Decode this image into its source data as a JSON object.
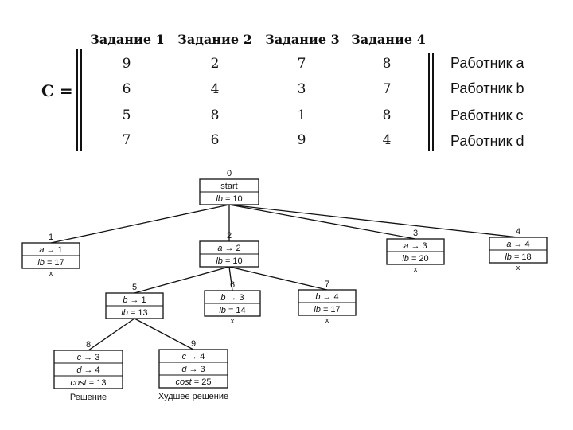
{
  "matrix": {
    "symbol": "C =",
    "tasks": [
      "Задание 1",
      "Задание 2",
      "Задание 3",
      "Задание 4"
    ],
    "rows": [
      {
        "values": [
          "9",
          "2",
          "7",
          "8"
        ],
        "worker": "Работник a"
      },
      {
        "values": [
          "6",
          "4",
          "3",
          "7"
        ],
        "worker": "Работник b"
      },
      {
        "values": [
          "5",
          "8",
          "1",
          "8"
        ],
        "worker": "Работник c"
      },
      {
        "values": [
          "7",
          "6",
          "9",
          "4"
        ],
        "worker": "Работник d"
      }
    ]
  },
  "tree": {
    "nodes": [
      {
        "id": "node-0",
        "number": "0",
        "lines": [
          {
            "var": "",
            "rest": "start"
          },
          {
            "var": "lb",
            "rest": " = 10"
          }
        ],
        "mark": "",
        "caption": ""
      },
      {
        "id": "node-1",
        "number": "1",
        "lines": [
          {
            "var": "a",
            "rest": " → 1"
          },
          {
            "var": "lb",
            "rest": " = 17"
          }
        ],
        "mark": "x",
        "caption": ""
      },
      {
        "id": "node-2",
        "number": "2",
        "lines": [
          {
            "var": "a",
            "rest": " → 2"
          },
          {
            "var": "lb",
            "rest": " = 10"
          }
        ],
        "mark": "",
        "caption": ""
      },
      {
        "id": "node-3",
        "number": "3",
        "lines": [
          {
            "var": "a",
            "rest": " → 3"
          },
          {
            "var": "lb",
            "rest": " = 20"
          }
        ],
        "mark": "x",
        "caption": ""
      },
      {
        "id": "node-4",
        "number": "4",
        "lines": [
          {
            "var": "a",
            "rest": " → 4"
          },
          {
            "var": "lb",
            "rest": " = 18"
          }
        ],
        "mark": "x",
        "caption": ""
      },
      {
        "id": "node-5",
        "number": "5",
        "lines": [
          {
            "var": "b",
            "rest": " → 1"
          },
          {
            "var": "lb",
            "rest": " = 13"
          }
        ],
        "mark": "",
        "caption": ""
      },
      {
        "id": "node-6",
        "number": "6",
        "lines": [
          {
            "var": "b",
            "rest": " → 3"
          },
          {
            "var": "lb",
            "rest": " = 14"
          }
        ],
        "mark": "x",
        "caption": ""
      },
      {
        "id": "node-7",
        "number": "7",
        "lines": [
          {
            "var": "b",
            "rest": " → 4"
          },
          {
            "var": "lb",
            "rest": " = 17"
          }
        ],
        "mark": "x",
        "caption": ""
      },
      {
        "id": "node-8",
        "number": "8",
        "lines": [
          {
            "var": "c",
            "rest": " → 3"
          },
          {
            "var": "d",
            "rest": " → 4"
          },
          {
            "var": "cost",
            "rest": " = 13"
          }
        ],
        "mark": "",
        "caption": "Решение"
      },
      {
        "id": "node-9",
        "number": "9",
        "lines": [
          {
            "var": "c",
            "rest": " → 4"
          },
          {
            "var": "d",
            "rest": " → 3"
          },
          {
            "var": "cost",
            "rest": " = 25"
          }
        ],
        "mark": "",
        "caption": "Худшее решение"
      }
    ],
    "edges": [
      [
        "node-0",
        "node-1"
      ],
      [
        "node-0",
        "node-2"
      ],
      [
        "node-0",
        "node-3"
      ],
      [
        "node-0",
        "node-4"
      ],
      [
        "node-2",
        "node-5"
      ],
      [
        "node-2",
        "node-6"
      ],
      [
        "node-2",
        "node-7"
      ],
      [
        "node-5",
        "node-8"
      ],
      [
        "node-5",
        "node-9"
      ]
    ]
  }
}
